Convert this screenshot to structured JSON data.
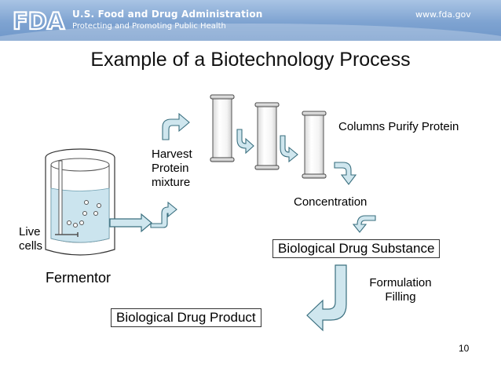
{
  "header": {
    "logo_text": "FDA",
    "agency_name": "U.S. Food and Drug Administration",
    "tagline": "Protecting and Promoting Public Health",
    "website": "www.fda.gov"
  },
  "slide": {
    "title": "Example of a Biotechnology Process",
    "page_number": "10"
  },
  "diagram": {
    "live_cells": "Live\ncells",
    "fermentor": "Fermentor",
    "harvest": "Harvest\nProtein\nmixture",
    "columns": "Columns Purify Protein",
    "concentration": "Concentration",
    "drug_substance": "Biological Drug Substance",
    "formulation": "Formulation\nFilling",
    "drug_product": "Biological Drug Product"
  },
  "colors": {
    "banner": "#7ea3d1",
    "arrow_fill": "#cfe6ee",
    "arrow_stroke": "#3a6f7f",
    "liquid": "#cbe4ee"
  }
}
